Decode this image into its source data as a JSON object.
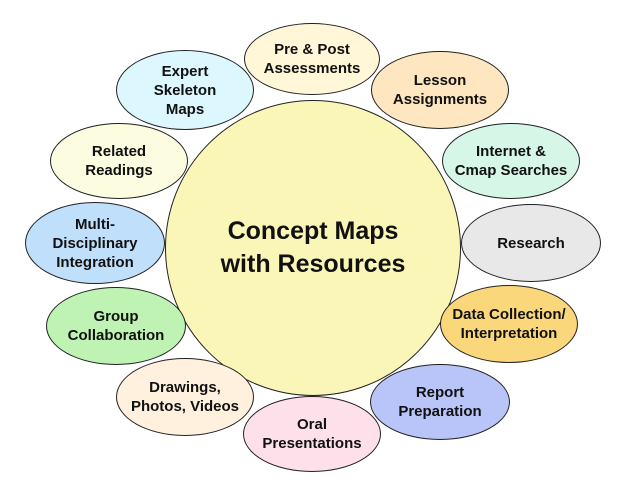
{
  "diagram": {
    "center": {
      "label": "Concept Maps\nwith Resources",
      "fill": "#f9f6b8"
    },
    "nodes": [
      {
        "id": "pre-post-assessments",
        "label": "Pre & Post\nAssessments",
        "fill": "#fff7d8"
      },
      {
        "id": "lesson-assignments",
        "label": "Lesson\nAssignments",
        "fill": "#fde6c0"
      },
      {
        "id": "internet-cmap-searches",
        "label": "Internet &\nCmap Searches",
        "fill": "#d6f6e8"
      },
      {
        "id": "research",
        "label": "Research",
        "fill": "#e8e8e8"
      },
      {
        "id": "data-collection-interpretation",
        "label": "Data Collection/\nInterpretation",
        "fill": "#fbd77c"
      },
      {
        "id": "report-preparation",
        "label": "Report\nPreparation",
        "fill": "#b9c5f8"
      },
      {
        "id": "oral-presentations",
        "label": "Oral\nPresentations",
        "fill": "#fde0ea"
      },
      {
        "id": "drawings-photos-videos",
        "label": "Drawings,\nPhotos, Videos",
        "fill": "#fff1de"
      },
      {
        "id": "group-collaboration",
        "label": "Group\nCollaboration",
        "fill": "#bff3b4"
      },
      {
        "id": "multi-disciplinary-integration",
        "label": "Multi-\nDisciplinary\nIntegration",
        "fill": "#c0dffa"
      },
      {
        "id": "related-readings",
        "label": "Related\nReadings",
        "fill": "#fcfce0"
      },
      {
        "id": "expert-skeleton-maps",
        "label": "Expert\nSkeleton\nMaps",
        "fill": "#dcf7fd"
      }
    ]
  }
}
